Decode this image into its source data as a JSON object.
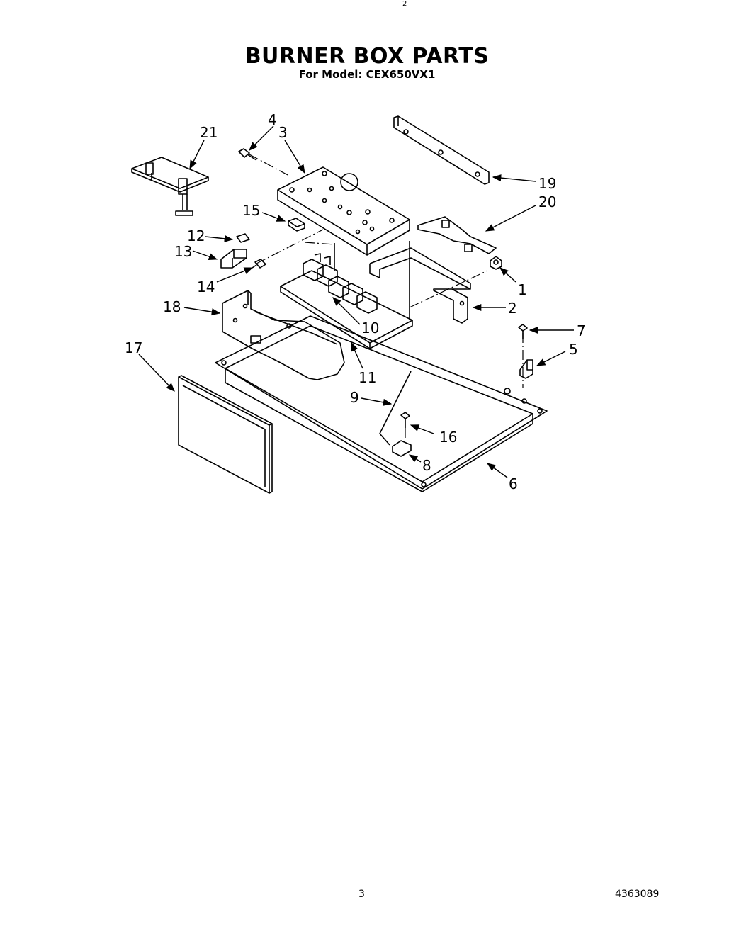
{
  "header": {
    "title": "BURNER BOX PARTS",
    "subtitle": "For Model: CEX650VX1"
  },
  "top_mark": "2",
  "callouts": [
    {
      "id": "c1",
      "label": "1"
    },
    {
      "id": "c2",
      "label": "2"
    },
    {
      "id": "c3",
      "label": "3"
    },
    {
      "id": "c4",
      "label": "4"
    },
    {
      "id": "c5",
      "label": "5"
    },
    {
      "id": "c6",
      "label": "6"
    },
    {
      "id": "c7",
      "label": "7"
    },
    {
      "id": "c8",
      "label": "8"
    },
    {
      "id": "c9",
      "label": "9"
    },
    {
      "id": "c10",
      "label": "10"
    },
    {
      "id": "c11",
      "label": "11"
    },
    {
      "id": "c12",
      "label": "12"
    },
    {
      "id": "c13",
      "label": "13"
    },
    {
      "id": "c14",
      "label": "14"
    },
    {
      "id": "c15",
      "label": "15"
    },
    {
      "id": "c16",
      "label": "16"
    },
    {
      "id": "c17",
      "label": "17"
    },
    {
      "id": "c18",
      "label": "18"
    },
    {
      "id": "c19",
      "label": "19"
    },
    {
      "id": "c20",
      "label": "20"
    },
    {
      "id": "c21",
      "label": "21"
    }
  ],
  "footer": {
    "page_number": "3",
    "document_number": "4363089"
  }
}
